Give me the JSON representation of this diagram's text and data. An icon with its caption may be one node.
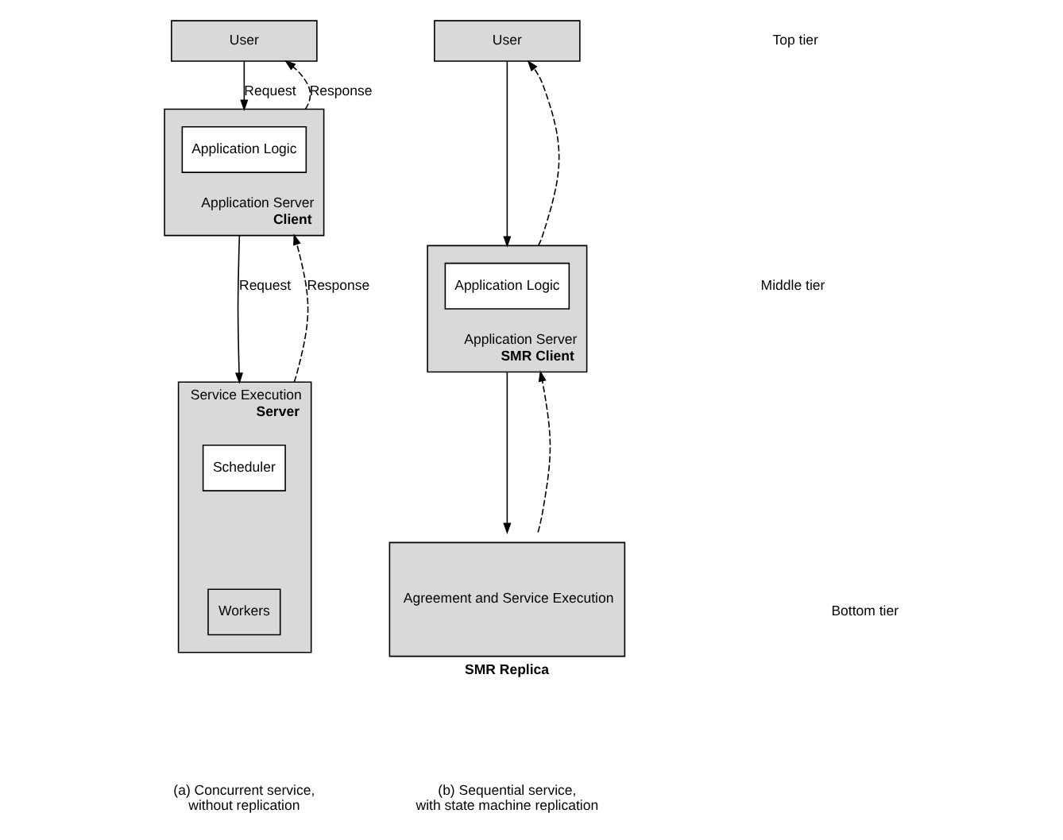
{
  "diagram": {
    "nodes": [
      {
        "text": [
          "User"
        ]
      },
      {
        "text": [
          "Application Server"
        ],
        "beside": [
          "Client"
        ]
      },
      {
        "text": [
          "Application Logic"
        ],
        "in": 1
      },
      {
        "text": [
          "Service Execution"
        ],
        "beside": [
          "Server"
        ]
      },
      {
        "text": [
          "Scheduler"
        ],
        "in": 3
      },
      {
        "text": [
          "Workers"
        ],
        "in": 3
      },
      {
        "text": [
          "User"
        ]
      },
      {
        "text": [
          "Application Server"
        ],
        "beside": [
          "SMR Client"
        ]
      },
      {
        "text": [
          "Application Logic"
        ],
        "in": 7
      },
      {
        "text": [
          "Agreement and Service Execution"
        ],
        "beside": [
          "SMR Replica"
        ]
      }
    ],
    "edges": [
      {
        "from": 0,
        "to": 1,
        "arrow": "to",
        "label": "Request"
      },
      {
        "from": 1,
        "to": 0,
        "arrow": "to",
        "label": "Response",
        "style": "dashed"
      },
      {
        "from": 1,
        "to": 3,
        "arrow": "to",
        "label": "Request"
      },
      {
        "from": 3,
        "to": 1,
        "arrow": "to",
        "label": "Response",
        "style": "dashed"
      },
      {
        "from": 6,
        "to": 7,
        "arrow": "to"
      },
      {
        "from": 7,
        "to": 6,
        "arrow": "to",
        "style": "dashed"
      },
      {
        "from": 7,
        "to": 9,
        "arrow": "to"
      },
      {
        "from": 9,
        "to": 7,
        "arrow": "to",
        "style": "dashed"
      }
    ],
    "labels": [
      "Top tier",
      "Middle tier",
      "Bottom tier",
      "(a) Concurrent service, without replication",
      "(b) Sequential service, with state machine replication"
    ]
  }
}
